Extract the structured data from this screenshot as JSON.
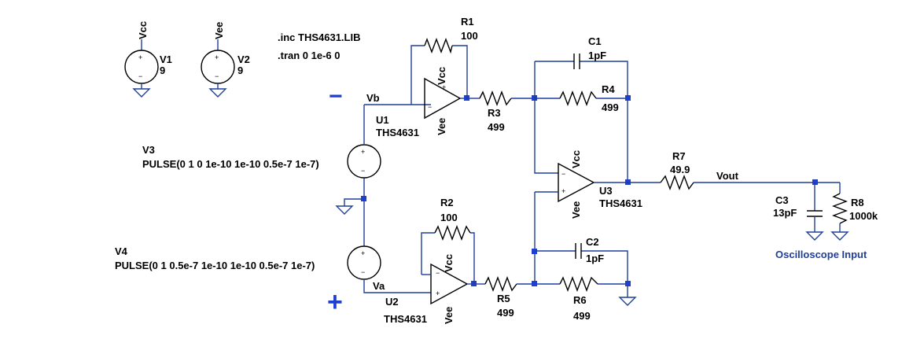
{
  "directives": [
    ".inc THS4631.LIB",
    ".tran 0 1e-6 0"
  ],
  "sources": {
    "v1": {
      "name": "V1",
      "value": "9",
      "net": "Vcc"
    },
    "v2": {
      "name": "V2",
      "value": "9",
      "net": "Vee"
    },
    "v3": {
      "name": "V3",
      "value": "PULSE(0 1 0 1e-10 1e-10 0.5e-7 1e-7)"
    },
    "v4": {
      "name": "V4",
      "value": "PULSE(0 1 0.5e-7 1e-10 1e-10 0.5e-7 1e-7)"
    }
  },
  "opamps": {
    "u1": {
      "name": "U1",
      "model": "THS4631"
    },
    "u2": {
      "name": "U2",
      "model": "THS4631"
    },
    "u3": {
      "name": "U3",
      "model": "THS4631"
    },
    "supply_pos": "Vcc",
    "supply_neg": "Vee"
  },
  "resistors": {
    "r1": {
      "name": "R1",
      "value": "100"
    },
    "r2": {
      "name": "R2",
      "value": "100"
    },
    "r3": {
      "name": "R3",
      "value": "499"
    },
    "r4": {
      "name": "R4",
      "value": "499"
    },
    "r5": {
      "name": "R5",
      "value": "499"
    },
    "r6": {
      "name": "R6",
      "value": "499"
    },
    "r7": {
      "name": "R7",
      "value": "49.9"
    },
    "r8": {
      "name": "R8",
      "value": "1000k"
    }
  },
  "capacitors": {
    "c1": {
      "name": "C1",
      "value": "1pF"
    },
    "c2": {
      "name": "C2",
      "value": "1pF"
    },
    "c3": {
      "name": "C3",
      "value": "13pF"
    }
  },
  "nets": {
    "vb": "Vb",
    "va": "Va",
    "vout": "Vout"
  },
  "labels": {
    "minus": "−",
    "plus": "+",
    "pin_plus": "+",
    "pin_minus": "−"
  },
  "scope_label": "Oscilloscope Input",
  "colors": {
    "wire": "#1f3f9a",
    "junction": "#1f3fd0",
    "component": "#000000",
    "label": "#1f3f9a"
  }
}
